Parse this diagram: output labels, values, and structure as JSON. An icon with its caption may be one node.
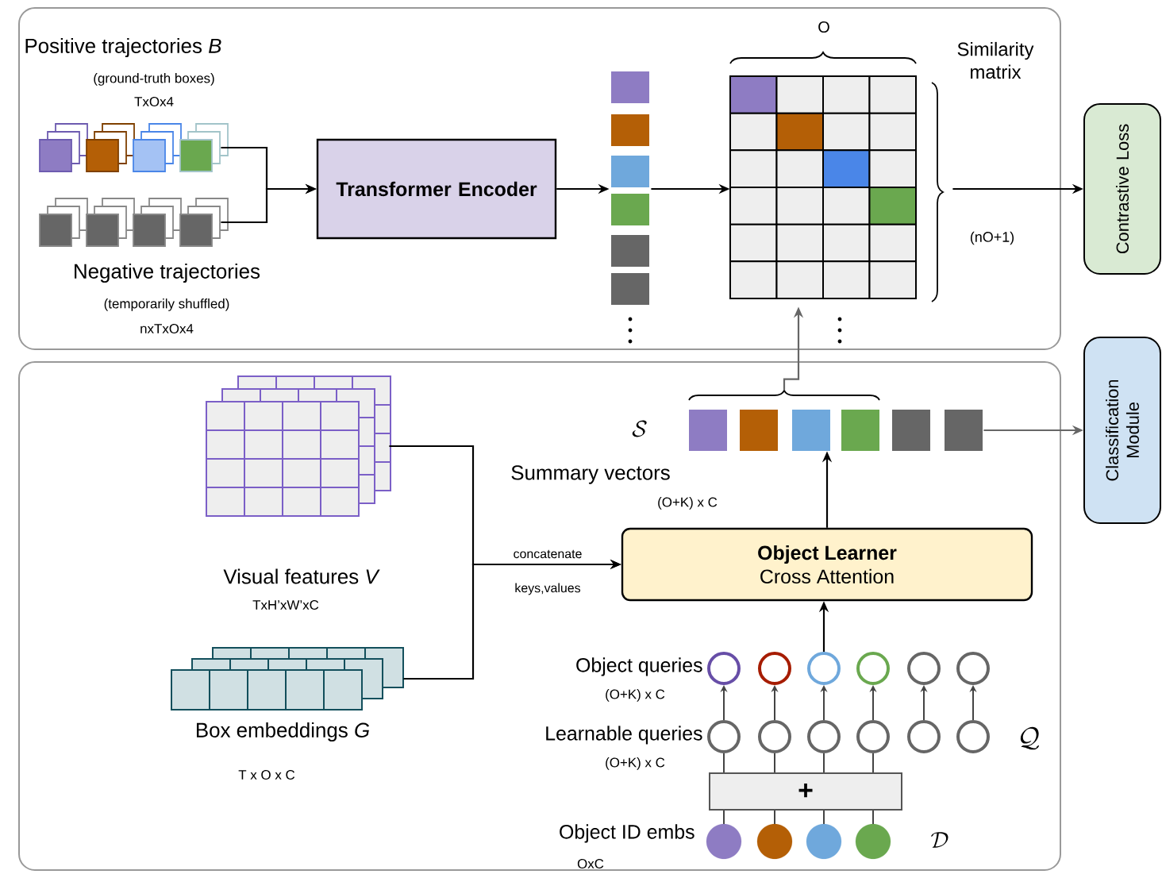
{
  "diagram": {
    "nodes": [
      {
        "text": [],
        "shape": "box"
      },
      {
        "text": [],
        "shape": "box"
      },
      {
        "text": [
          "Positive trajectories *B*",
          "(ground-truth boxes)",
          "TxOx4"
        ],
        "in": 0
      },
      {
        "text": [
          "Negative trajectories",
          "(temporarily shuffled)",
          "nxTxOx4"
        ],
        "in": 0
      },
      {
        "text": [
          "Transformer Encoder"
        ],
        "in": 0
      },
      {
        "text": [],
        "shape": "bar",
        "in": 0
      },
      {
        "text": [
          "Similarity matrix",
          "(nO+1)"
        ],
        "beside": [
          "O"
        ],
        "in": 0
      },
      {
        "text": [
          "Contrastive Loss"
        ]
      },
      {
        "text": [
          "Classification Module"
        ]
      },
      {
        "text": [
          "Visual features *V*",
          "TxH’xW’xC"
        ],
        "in": 1
      },
      {
        "text": [
          "Box embeddings *G*",
          "T x O x C"
        ],
        "in": 1
      },
      {
        "text": [
          "Object Learner",
          "Cross Attention"
        ],
        "in": 1
      },
      {
        "text": [],
        "shape": "bar",
        "beside": [
          "Summary vectors",
          "(O+K) x C"
        ],
        "in": 1
      },
      {
        "text": [],
        "shape": "circle",
        "beside": [
          "Object queries",
          "(O+K) x C"
        ],
        "in": 1
      },
      {
        "text": [],
        "shape": "circle",
        "in": 1
      },
      {
        "text": [],
        "shape": "circle",
        "in": 1
      },
      {
        "text": [],
        "shape": "circle",
        "in": 1
      },
      {
        "text": [],
        "shape": "circle",
        "in": 1
      },
      {
        "text": [],
        "shape": "circle",
        "in": 1
      },
      {
        "text": [],
        "shape": "circle",
        "beside": [
          "Learnable queries",
          "(O+K) x C"
        ],
        "in": 1
      },
      {
        "text": [],
        "shape": "circle",
        "in": 1
      },
      {
        "text": [],
        "shape": "circle",
        "in": 1
      },
      {
        "text": [],
        "shape": "circle",
        "in": 1
      },
      {
        "text": [],
        "shape": "circle",
        "in": 1
      },
      {
        "text": [],
        "shape": "circle",
        "in": 1
      },
      {
        "text": [
          "+"
        ],
        "in": 1
      },
      {
        "text": [],
        "shape": "circle",
        "beside": [
          "Object ID embs",
          "OxC"
        ],
        "in": 1
      },
      {
        "text": [],
        "shape": "circle",
        "in": 1
      },
      {
        "text": [],
        "shape": "circle",
        "in": 1
      },
      {
        "text": [],
        "shape": "circle",
        "in": 1
      }
    ],
    "edges": [
      {
        "from": 2,
        "to": 4,
        "arrow": "to"
      },
      {
        "from": 3,
        "to": 4,
        "arrow": "to"
      },
      {
        "from": 4,
        "to": 5,
        "arrow": "to"
      },
      {
        "from": 5,
        "to": 6,
        "arrow": "to"
      },
      {
        "from": 6,
        "to": 7,
        "arrow": "to"
      },
      {
        "from": 12,
        "to": 6,
        "arrow": "to",
        "color": "#666666"
      },
      {
        "from": 12,
        "to": 8,
        "arrow": "to",
        "color": "#666666"
      },
      {
        "from": 9,
        "to": 11,
        "arrow": "to",
        "label": "concatenate"
      },
      {
        "from": 10,
        "to": 11,
        "arrow": "to",
        "label": "keys,values"
      },
      {
        "from": 11,
        "to": 12,
        "arrow": "to"
      },
      {
        "from": 19,
        "to": 13,
        "arrow": "to"
      },
      {
        "from": 20,
        "to": 14,
        "arrow": "to"
      },
      {
        "from": 21,
        "to": 15,
        "arrow": "to"
      },
      {
        "from": 22,
        "to": 16,
        "arrow": "to"
      },
      {
        "from": 23,
        "to": 17,
        "arrow": "to"
      },
      {
        "from": 24,
        "to": 18,
        "arrow": "to"
      },
      {
        "from": 15,
        "to": 11,
        "arrow": "to"
      },
      {
        "from": 26,
        "to": 25,
        "arrow": "none"
      },
      {
        "from": 27,
        "to": 25,
        "arrow": "none"
      },
      {
        "from": 28,
        "to": 25,
        "arrow": "none"
      },
      {
        "from": 29,
        "to": 25,
        "arrow": "none"
      },
      {
        "from": 25,
        "to": 19,
        "arrow": "none"
      },
      {
        "from": 25,
        "to": 20,
        "arrow": "none"
      },
      {
        "from": 25,
        "to": 21,
        "arrow": "none"
      },
      {
        "from": 25,
        "to": 22,
        "arrow": "none"
      }
    ],
    "labels": [
      "\\mathcal{S}",
      "\\mathcal{Q}",
      "\\mathcal{D}"
    ]
  }
}
